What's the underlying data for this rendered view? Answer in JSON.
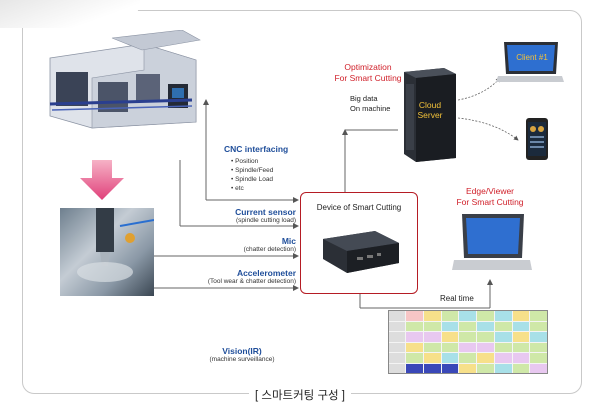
{
  "cnc": {
    "title": "CNC interfacing",
    "items": [
      "Position",
      "Spindle/Feed",
      "Spindle Load",
      "etc"
    ]
  },
  "current_sensor": {
    "title": "Current sensor",
    "sub": "(spindle cutting load)"
  },
  "mic": {
    "title": "Mic",
    "sub": "(chatter detection)"
  },
  "accelerometer": {
    "title": "Accelerometer",
    "sub": "(Tool wear & chatter detection)"
  },
  "vision": {
    "title": "Vision(IR)",
    "sub": "(machine surveillance)"
  },
  "device": {
    "title": "Device of Smart Cutting"
  },
  "optimization": {
    "line1": "Optimization",
    "line2": "For Smart Cutting"
  },
  "bigdata": {
    "line1": "Big data",
    "line2": "On machine"
  },
  "cloud": {
    "line1": "Cloud",
    "line2": "Server"
  },
  "client": {
    "label": "Client #1"
  },
  "edge": {
    "line1": "Edge/Viewer",
    "line2": "For Smart Cutting"
  },
  "realtime": {
    "label": "Real time"
  },
  "caption": {
    "text": "[ 스마트커팅 구성 ]"
  },
  "colors": {
    "blue": "#1f4e9a",
    "red": "#d0202a",
    "device_border": "#b51c24",
    "arrow": "#555555"
  }
}
